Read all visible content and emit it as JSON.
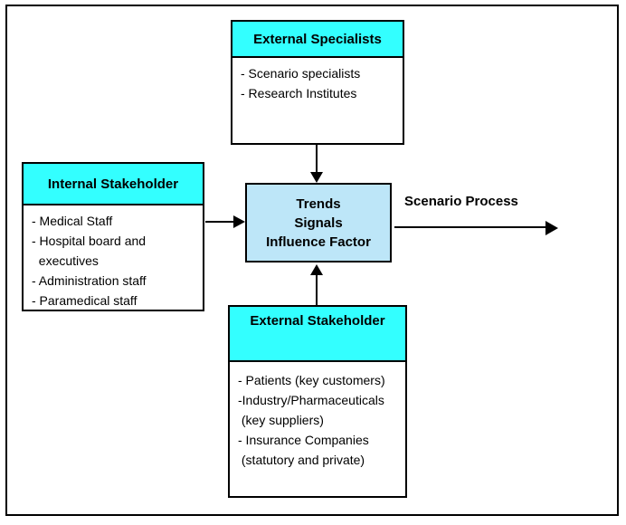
{
  "colors": {
    "header_fill": "#33FFFF",
    "center_fill": "#BDE6F8",
    "border": "#000000",
    "background": "#FFFFFF"
  },
  "boxes": {
    "external_specialists": {
      "title": "External Specialists",
      "items": [
        "- Scenario specialists",
        "- Research Institutes"
      ]
    },
    "internal_stakeholder": {
      "title": "Internal Stakeholder",
      "items": [
        "- Medical Staff",
        "- Hospital board and",
        "  executives",
        "- Administration staff",
        "- Paramedical staff"
      ]
    },
    "trends_center": {
      "lines": [
        "Trends",
        "Signals",
        "Influence Factor"
      ]
    },
    "external_stakeholder": {
      "title": "External Stakeholder",
      "items": [
        "- Patients (key customers)",
        "-Industry/Pharmaceuticals",
        " (key suppliers)",
        "- Insurance Companies",
        " (statutory and private)"
      ]
    }
  },
  "labels": {
    "scenario_process": "Scenario Process"
  },
  "arrows": [
    {
      "name": "specialists-to-trends",
      "direction": "down"
    },
    {
      "name": "internal-to-trends",
      "direction": "right"
    },
    {
      "name": "external-stakeholder-to-trends",
      "direction": "up"
    },
    {
      "name": "trends-to-scenario-process",
      "direction": "right",
      "label": "Scenario Process"
    }
  ]
}
